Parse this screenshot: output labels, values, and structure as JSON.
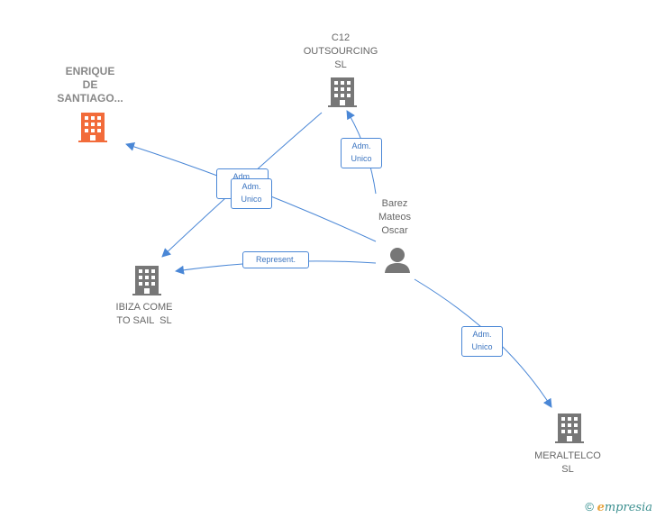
{
  "colors": {
    "edge": "#4a87d6",
    "company": "#777777",
    "highlight": "#f26b3a",
    "person": "#777777"
  },
  "nodes": {
    "enrique": {
      "lines": [
        "ENRIQUE",
        "DE",
        "SANTIAGO..."
      ],
      "icon": "building-icon"
    },
    "c12": {
      "lines": [
        "C12",
        "OUTSOURCING",
        "SL"
      ],
      "icon": "building-icon"
    },
    "ibiza": {
      "lines": [
        "IBIZA COME",
        "TO SAIL  SL"
      ],
      "icon": "building-icon"
    },
    "meraltelco": {
      "lines": [
        "MERALTELCO",
        "SL"
      ],
      "icon": "building-icon"
    },
    "barez": {
      "lines": [
        "Barez",
        "Mateos",
        "Oscar"
      ],
      "icon": "person-icon"
    }
  },
  "relations": {
    "adm1": {
      "lines": [
        "Adm.",
        "Unico"
      ]
    },
    "adm2": {
      "lines": [
        "Adm.",
        "Unico"
      ]
    },
    "adm3": {
      "lines": [
        "Adm.",
        "Unico"
      ]
    },
    "represent": {
      "lines": [
        "Represent."
      ]
    },
    "adm4": {
      "lines": [
        "Adm.",
        "Unico"
      ]
    }
  },
  "footer": {
    "copyright_symbol": "©",
    "brand_initial": "e",
    "brand_rest": "mpresia"
  }
}
